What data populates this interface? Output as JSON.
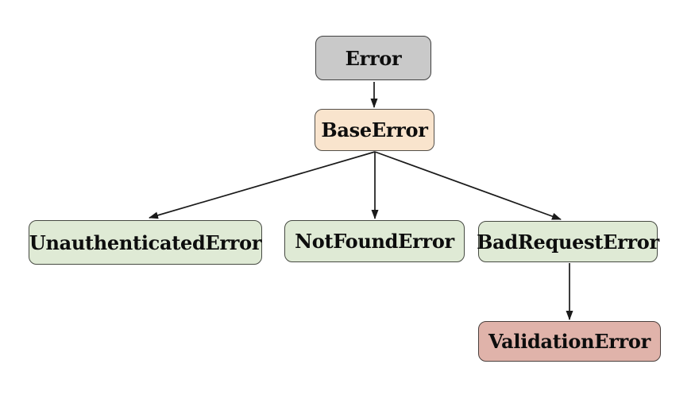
{
  "diagram": {
    "background": "#ffffff",
    "edge_color": "#1a1a1a",
    "nodes": [
      {
        "id": "error",
        "label": "Error",
        "fill": "#c9c9c9",
        "border": "#404040"
      },
      {
        "id": "base_error",
        "label": "BaseError",
        "fill": "#f9e4cd",
        "border": "#55504a"
      },
      {
        "id": "unauthenticated_error",
        "label": "UnauthenticatedError",
        "fill": "#dfead5",
        "border": "#464a42"
      },
      {
        "id": "not_found_error",
        "label": "NotFoundError",
        "fill": "#dfead5",
        "border": "#464a42"
      },
      {
        "id": "bad_request_error",
        "label": "BadRequestError",
        "fill": "#dfead5",
        "border": "#464a42"
      },
      {
        "id": "validation_error",
        "label": "ValidationError",
        "fill": "#e0b3aa",
        "border": "#4a403d"
      }
    ],
    "edges": [
      {
        "from": "error",
        "to": "base_error"
      },
      {
        "from": "base_error",
        "to": "unauthenticated_error"
      },
      {
        "from": "base_error",
        "to": "not_found_error"
      },
      {
        "from": "base_error",
        "to": "bad_request_error"
      },
      {
        "from": "bad_request_error",
        "to": "validation_error"
      }
    ]
  }
}
